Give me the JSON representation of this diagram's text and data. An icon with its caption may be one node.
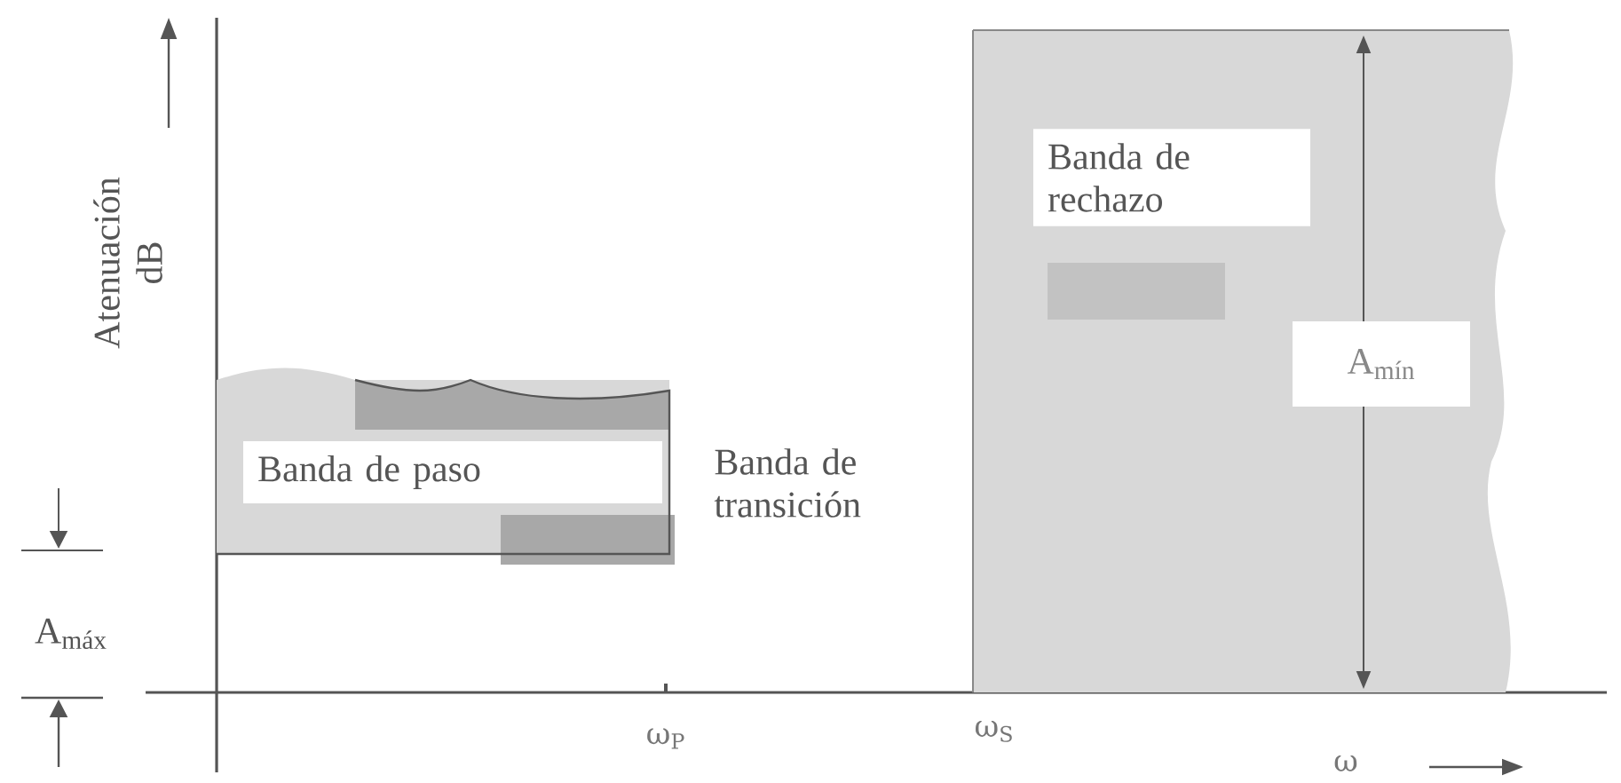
{
  "diagram": {
    "nodes": [
      {
        "text": [
          "Banda de paso"
        ]
      },
      {
        "text": [
          "Banda de rechazo"
        ]
      }
    ],
    "labels": [
      "Atenuación dB",
      "A$_{máx}$",
      "Banda de transición",
      "A$_{mín}$",
      "ω$_{P}$",
      "ω$_{S}$",
      "ω"
    ]
  }
}
